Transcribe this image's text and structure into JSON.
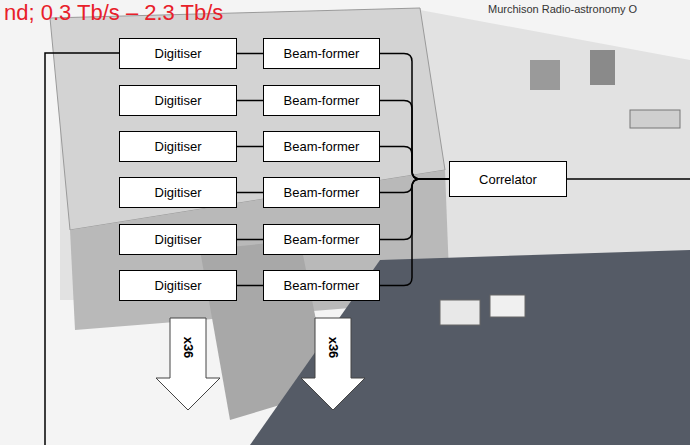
{
  "diagram": {
    "nodes": [
      {
        "text": [
          "Digitiser"
        ]
      },
      {
        "text": [
          "Digitiser"
        ]
      },
      {
        "text": [
          "Digitiser"
        ]
      },
      {
        "text": [
          "Digitiser"
        ]
      },
      {
        "text": [
          "Digitiser"
        ]
      },
      {
        "text": [
          "Digitiser"
        ]
      },
      {
        "text": [
          "Beam-former"
        ]
      },
      {
        "text": [
          "Beam-former"
        ]
      },
      {
        "text": [
          "Beam-former"
        ]
      },
      {
        "text": [
          "Beam-former"
        ]
      },
      {
        "text": [
          "Beam-former"
        ]
      },
      {
        "text": [
          "Beam-former"
        ]
      },
      {
        "text": [
          "Correlator"
        ]
      }
    ],
    "edges": [
      {
        "from": 0,
        "to": 6,
        "arrow": "none"
      },
      {
        "from": 1,
        "to": 7,
        "arrow": "none"
      },
      {
        "from": 2,
        "to": 8,
        "arrow": "none"
      },
      {
        "from": 3,
        "to": 9,
        "arrow": "none"
      },
      {
        "from": 4,
        "to": 10,
        "arrow": "none"
      },
      {
        "from": 5,
        "to": 11,
        "arrow": "none"
      },
      {
        "from": 6,
        "to": 12,
        "arrow": "none"
      },
      {
        "from": 7,
        "to": 12,
        "arrow": "none"
      },
      {
        "from": 8,
        "to": 12,
        "arrow": "none"
      },
      {
        "from": 9,
        "to": 12,
        "arrow": "none"
      },
      {
        "from": 10,
        "to": 12,
        "arrow": "none"
      },
      {
        "from": 11,
        "to": 12,
        "arrow": "none"
      }
    ],
    "labels": [
      "nd; 0.3 Tb/s – 2.3 Tb/s",
      "Murchison Radio-astronomy O",
      "x36",
      "x36"
    ]
  }
}
